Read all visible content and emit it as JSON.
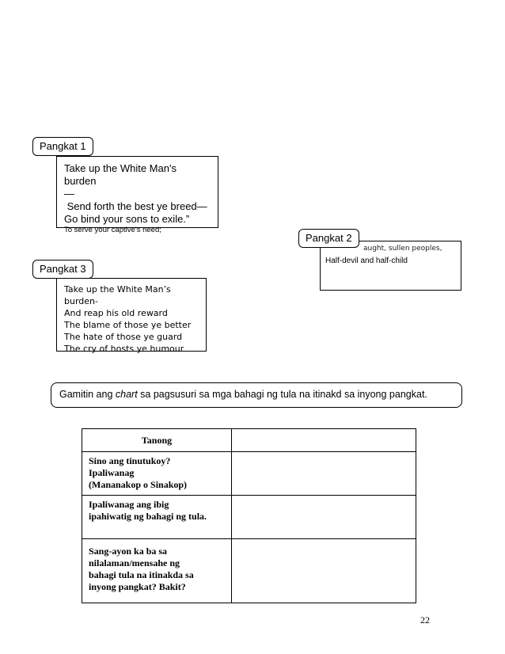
{
  "groups": {
    "g1": {
      "label": "Pangkat 1",
      "lines": [
        "Take up the White Man's burden",
        "—",
        " Send forth the best ye breed—",
        "Go bind your sons to exile.”"
      ],
      "small_line": "To serve your captive’s need;"
    },
    "g2": {
      "label": "Pangkat 2",
      "fragment": "aught, sullen peoples,",
      "line": "Half-devil and half-child"
    },
    "g3": {
      "label": "Pangkat 3",
      "lines": [
        "Take up the White Man’s burden-",
        "And reap his old reward",
        "The blame of those ye better",
        "The hate of those ye guard",
        "The cry of hosts ye humour"
      ]
    }
  },
  "instruction": {
    "before": "Gamitin ang ",
    "emphasis": "chart",
    "after": " sa pagsusuri sa mga bahagi ng tula na itinakd sa inyong pangkat."
  },
  "table": {
    "header": "Tanong",
    "rows": [
      "Sino ang tinutukoy?\nIpaliwanag\n(Mananakop o Sinakop)",
      "Ipaliwanag ang ibig\nipahiwatig ng bahagi ng tula.",
      "Sang-ayon ka ba sa\nnilalaman/mensahe ng\nbahagi tula na itinakda sa\ninyong pangkat? Bakit?"
    ]
  },
  "page_number": "22"
}
